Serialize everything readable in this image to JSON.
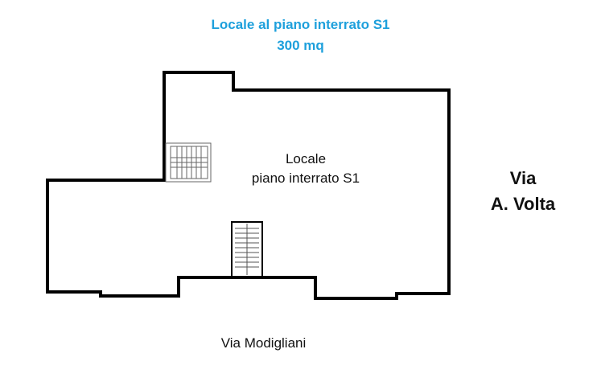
{
  "header": {
    "title_line1": "Locale al piano interrato S1",
    "title_line2": "300 mq"
  },
  "plan": {
    "room_label_line1": "Locale",
    "room_label_line2": "piano interrato S1",
    "street_right_line1": "Via",
    "street_right_line2": "A. Volta",
    "street_bottom": "Via Modigliani"
  },
  "colors": {
    "title": "#1ea0dc",
    "wall": "#000000",
    "stair": "#666666"
  }
}
